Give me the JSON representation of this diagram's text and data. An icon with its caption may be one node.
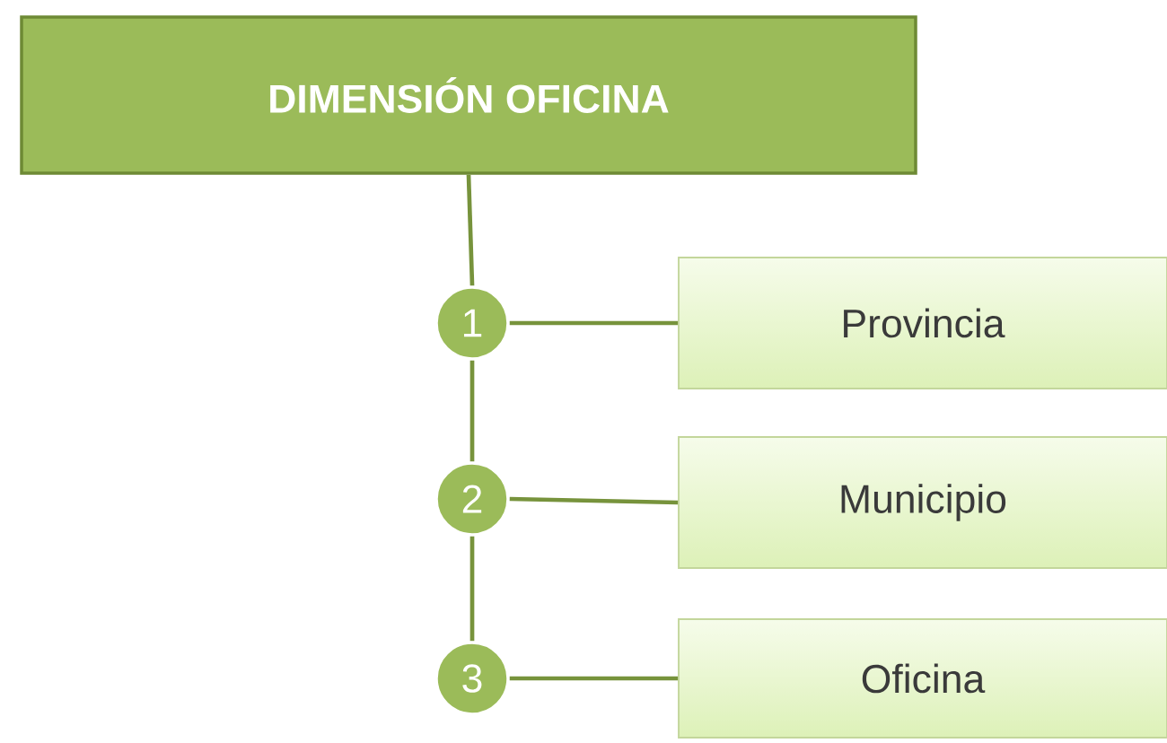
{
  "diagram": {
    "nodes": [
      {
        "text": [
          "DIMENSIÓN OFICINA"
        ]
      },
      {
        "text": [
          "1"
        ]
      },
      {
        "text": [
          "Provincia"
        ]
      },
      {
        "text": [
          "2"
        ]
      },
      {
        "text": [
          "Municipio"
        ]
      },
      {
        "text": [
          "3"
        ]
      },
      {
        "text": [
          "Oficina"
        ]
      }
    ],
    "edges": [
      {
        "from": 0,
        "to": 1,
        "arrow": "none"
      },
      {
        "from": 1,
        "to": 3,
        "arrow": "none"
      },
      {
        "from": 3,
        "to": 5,
        "arrow": "none"
      },
      {
        "from": 1,
        "to": 2,
        "arrow": "none"
      },
      {
        "from": 3,
        "to": 4,
        "arrow": "none"
      },
      {
        "from": 5,
        "to": 6,
        "arrow": "none"
      }
    ]
  }
}
